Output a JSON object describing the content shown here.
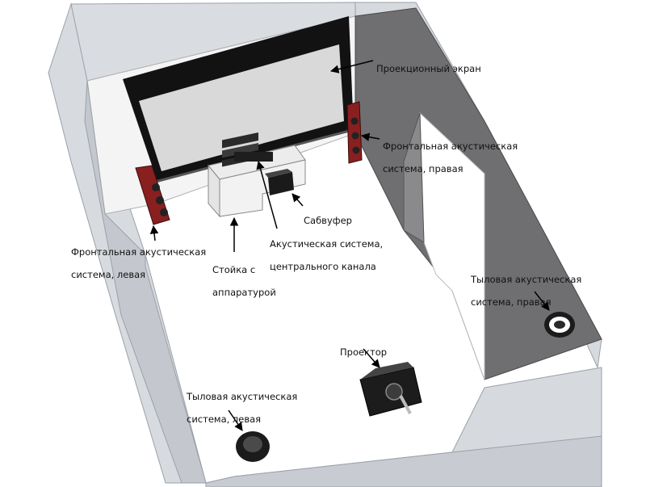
{
  "labels": {
    "screen": "Проекционный экран",
    "front_right": [
      "Фронтальная акустическая",
      "система, правая"
    ],
    "subwoofer": "Сабвуфер",
    "center": [
      "Акустическая система,",
      "центрального канала"
    ],
    "front_left": [
      "Фронтальная акустическая",
      "система, левая"
    ],
    "rack": [
      "Стойка с",
      "аппаратурой"
    ],
    "rear_right": [
      "Тыловая  акустическая",
      "система, правая"
    ],
    "projector": "Проектор",
    "rear_left": [
      "Тыловая акустическая",
      "система, левая"
    ]
  },
  "colors": {
    "wall_top": "#d6dadf",
    "wall_side": "#b9bec6",
    "wall_dark": "#6e6e70",
    "floor": "#ffffff",
    "speaker_red": "#8a1f1f",
    "screen_surface": "#d9d9d9",
    "screen_frame": "#111111"
  }
}
